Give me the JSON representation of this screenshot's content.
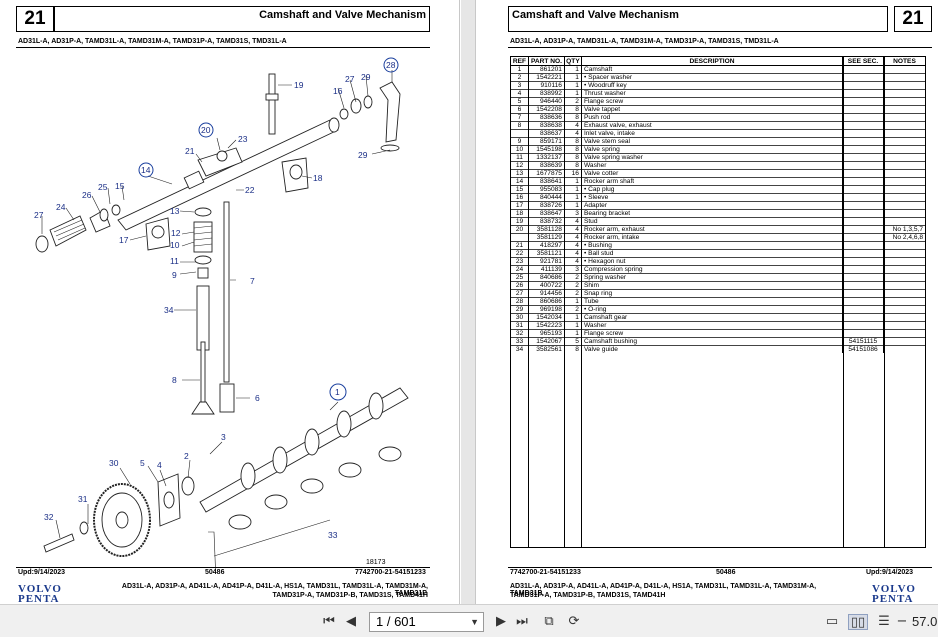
{
  "left_page": {
    "section": "21",
    "title": "Camshaft and Valve Mechanism",
    "models": "AD31L-A, AD31P-A, TAMD31L-A, TAMD31M-A, TAMD31P-A, TAMD31S, TMD31L-A",
    "drawing_no": "18173",
    "footer": {
      "date": "Upd:9/14/2023",
      "code": "50486",
      "doc": "7742700-21-54151233",
      "models_line1": "AD31L-A, AD31P-A, AD41L-A, AD41P-A, D41L-A, HS1A, TAMD31L, TAMD31L-A, TAMD31M-A, TAMD31P,",
      "models_line2": "TAMD31P-A, TAMD31P-B, TAMD31S, TAMD41H"
    },
    "callouts": [
      "19",
      "16",
      "27",
      "29",
      "28",
      "20",
      "23",
      "21",
      "14",
      "18",
      "22",
      "26",
      "25",
      "15",
      "13",
      "24",
      "27",
      "17",
      "12",
      "10",
      "11",
      "9",
      "7",
      "34",
      "8",
      "6",
      "1",
      "3",
      "2",
      "30",
      "5",
      "4",
      "31",
      "32",
      "33",
      "29"
    ]
  },
  "right_page": {
    "section": "21",
    "title": "Camshaft and Valve Mechanism",
    "models": "AD31L-A, AD31P-A, TAMD31L-A, TAMD31M-A, TAMD31P-A, TAMD31S, TMD31L-A",
    "table": {
      "headers": [
        "REF",
        "PART NO.",
        "QTY",
        "DESCRIPTION",
        "SEE SEC.",
        "NOTES"
      ],
      "rows": [
        [
          "1",
          "861201",
          "1",
          "Camshaft",
          "",
          ""
        ],
        [
          "2",
          "1542221",
          "1",
          "• Spacer washer",
          "",
          ""
        ],
        [
          "3",
          "910116",
          "1",
          "• Woodruff key",
          "",
          ""
        ],
        [
          "4",
          "838992",
          "1",
          "Thrust washer",
          "",
          ""
        ],
        [
          "5",
          "946440",
          "2",
          "Flange screw",
          "",
          ""
        ],
        [
          "6",
          "1542208",
          "8",
          "Valve tappet",
          "",
          ""
        ],
        [
          "7",
          "838636",
          "8",
          "Push rod",
          "",
          ""
        ],
        [
          "8",
          "838638",
          "4",
          "Exhaust valve, exhaust",
          "",
          ""
        ],
        [
          "",
          "838637",
          "4",
          "Inlet valve, intake",
          "",
          ""
        ],
        [
          "9",
          "859171",
          "8",
          "Valve stem seal",
          "",
          ""
        ],
        [
          "10",
          "1545198",
          "8",
          "Valve spring",
          "",
          ""
        ],
        [
          "11",
          "1332137",
          "8",
          "Valve spring washer",
          "",
          ""
        ],
        [
          "12",
          "838639",
          "8",
          "Washer",
          "",
          ""
        ],
        [
          "13",
          "1677875",
          "16",
          "Valve cotter",
          "",
          ""
        ],
        [
          "14",
          "838641",
          "1",
          "Rocker arm shaft",
          "",
          ""
        ],
        [
          "15",
          "955083",
          "1",
          "• Cap plug",
          "",
          ""
        ],
        [
          "16",
          "840444",
          "1",
          "• Sleeve",
          "",
          ""
        ],
        [
          "17",
          "838726",
          "1",
          "Adapter",
          "",
          ""
        ],
        [
          "18",
          "838647",
          "3",
          "Bearing bracket",
          "",
          ""
        ],
        [
          "19",
          "838732",
          "4",
          "Stud",
          "",
          ""
        ],
        [
          "20",
          "3581128",
          "4",
          "Rocker arm, exhaust",
          "",
          "No 1,3,5,7"
        ],
        [
          "",
          "3581129",
          "4",
          "Rocker arm, intake",
          "",
          "No 2,4,6,8"
        ],
        [
          "21",
          "418297",
          "4",
          "• Bushing",
          "",
          ""
        ],
        [
          "22",
          "3581121",
          "4",
          "• Ball stud",
          "",
          ""
        ],
        [
          "23",
          "921781",
          "4",
          "• Hexagon nut",
          "",
          ""
        ],
        [
          "24",
          "411139",
          "3",
          "Compression spring",
          "",
          ""
        ],
        [
          "25",
          "840686",
          "2",
          "Spring washer",
          "",
          ""
        ],
        [
          "26",
          "400722",
          "2",
          "Shim",
          "",
          ""
        ],
        [
          "27",
          "914456",
          "2",
          "Snap ring",
          "",
          ""
        ],
        [
          "28",
          "860686",
          "1",
          "Tube",
          "",
          ""
        ],
        [
          "29",
          "969198",
          "2",
          "• O-ring",
          "",
          ""
        ],
        [
          "30",
          "1542034",
          "1",
          "Camshaft gear",
          "",
          ""
        ],
        [
          "31",
          "1542223",
          "1",
          "Washer",
          "",
          ""
        ],
        [
          "32",
          "965193",
          "1",
          "Flange screw",
          "",
          ""
        ],
        [
          "33",
          "1542067",
          "5",
          "Camshaft bushing",
          "54151115",
          ""
        ],
        [
          "34",
          "3582561",
          "8",
          "Valve guide",
          "54151086",
          ""
        ]
      ]
    },
    "footer": {
      "doc": "7742700-21-54151233",
      "code": "50486",
      "date": "Upd:9/14/2023",
      "models_line1": "AD31L-A, AD31P-A, AD41L-A, AD41P-A, D41L-A, HS1A, TAMD31L, TAMD31L-A, TAMD31M-A, TAMD31P,",
      "models_line2": "TAMD31P-A, TAMD31P-B, TAMD31S, TAMD41H"
    }
  },
  "brand": {
    "line1": "VOLVO",
    "line2": "PENTA",
    "color": "#1b3a8c"
  },
  "toolbar": {
    "page_indicator": "1 / 601",
    "zoom": "57.0",
    "icons": [
      "first-page-icon",
      "previous-page-icon",
      "dropdown-icon",
      "next-page-icon",
      "last-page-icon",
      "copy-icon",
      "refresh-icon",
      "fit-page-icon",
      "two-page-icon",
      "continuous-icon",
      "zoom-out-icon"
    ]
  }
}
